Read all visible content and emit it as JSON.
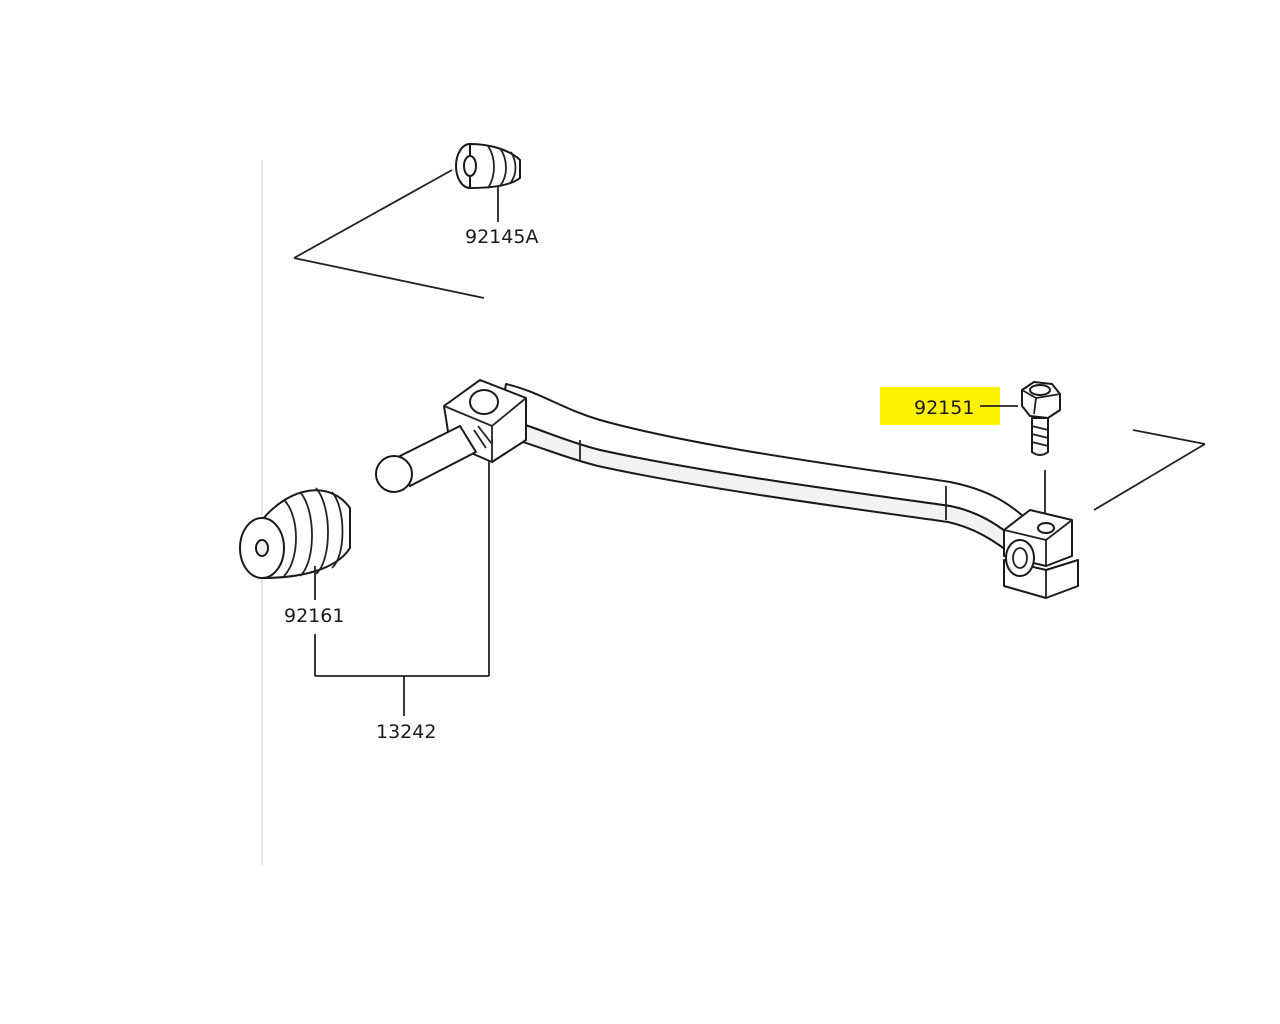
{
  "parts": {
    "spring": {
      "label": "92145A"
    },
    "bolt": {
      "label": "92151",
      "highlight": "#fff200"
    },
    "rubber": {
      "label": "92161"
    },
    "pedal_assembly": {
      "label": "13242"
    }
  },
  "colors": {
    "line": "#222222",
    "highlight": "#fff200",
    "background": "#ffffff"
  }
}
